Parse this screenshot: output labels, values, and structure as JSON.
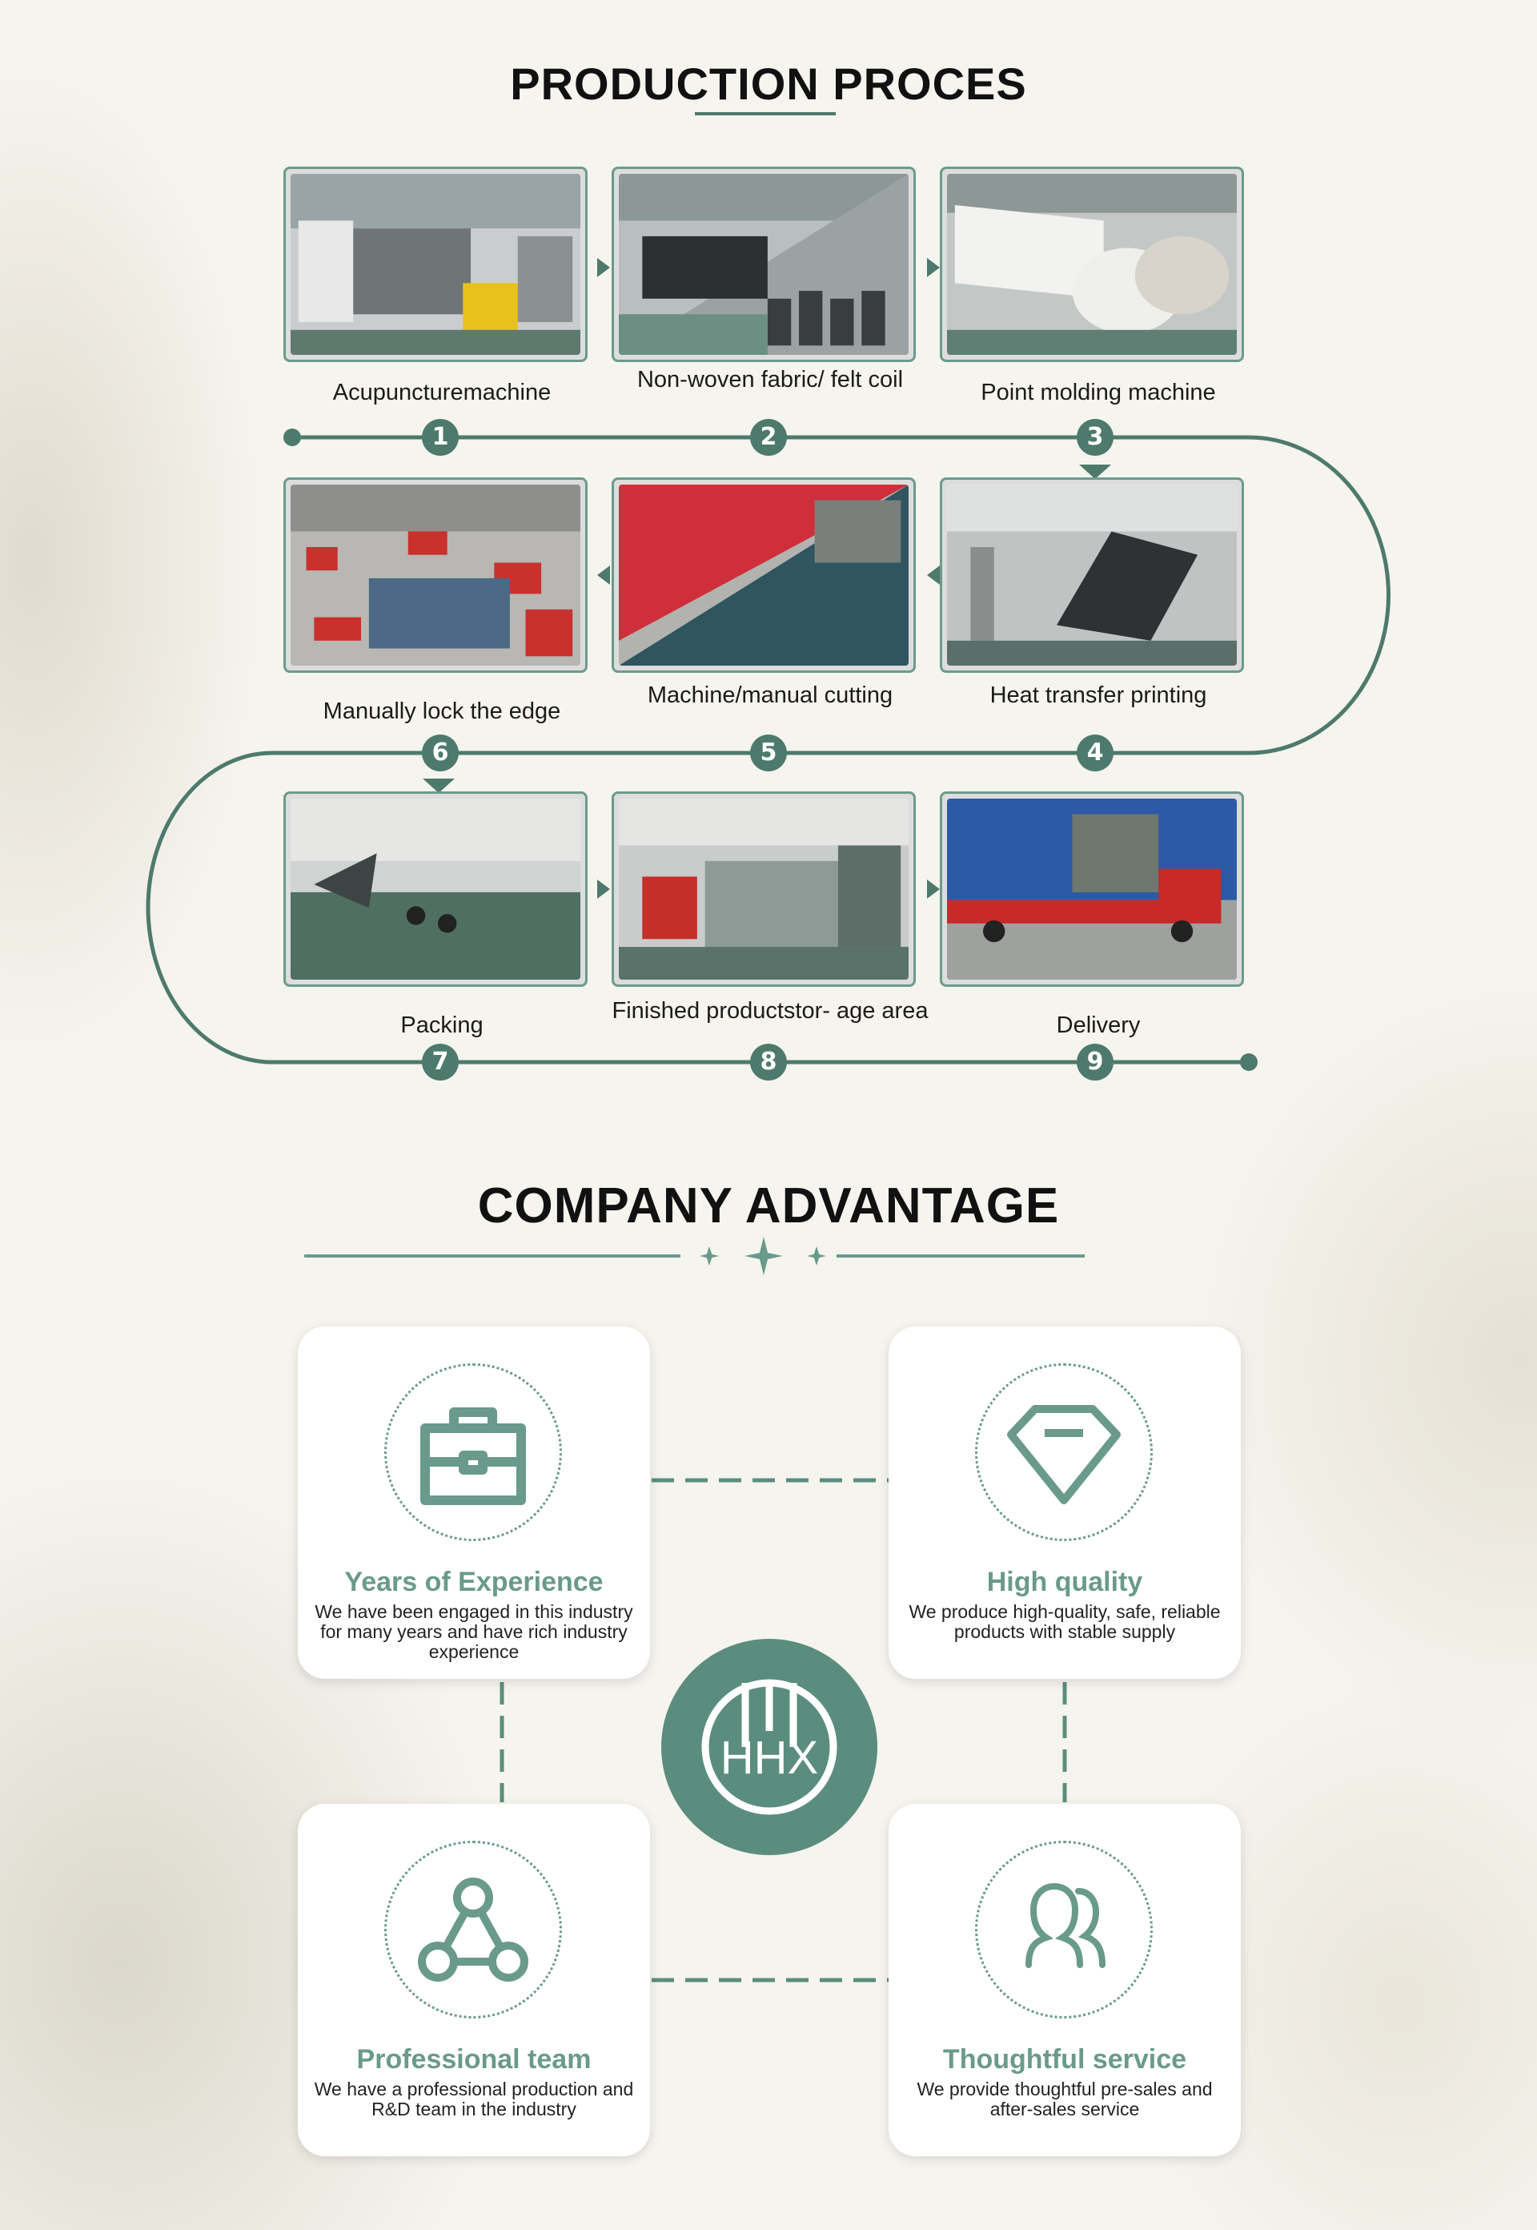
{
  "production": {
    "title": "PRODUCTION PROCES",
    "steps": [
      {
        "num": "1",
        "label": "Acupuncturemachine"
      },
      {
        "num": "2",
        "label": "Non-woven fabric/ felt coil"
      },
      {
        "num": "3",
        "label": "Point molding machine"
      },
      {
        "num": "4",
        "label": "Heat transfer printing"
      },
      {
        "num": "5",
        "label": "Machine/manual cutting"
      },
      {
        "num": "6",
        "label": "Manually lock the edge"
      },
      {
        "num": "7",
        "label": "Packing"
      },
      {
        "num": "8",
        "label": "Finished productstor- age area"
      },
      {
        "num": "9",
        "label": "Delivery"
      }
    ],
    "photos": [
      {
        "icon": "factory-machine-photo"
      },
      {
        "icon": "fabric-coil-photo"
      },
      {
        "icon": "molding-machine-photo"
      },
      {
        "icon": "printing-machine-photo"
      },
      {
        "icon": "cutting-table-photo"
      },
      {
        "icon": "workers-edge-photo"
      },
      {
        "icon": "packing-photo"
      },
      {
        "icon": "forklift-storage-photo"
      },
      {
        "icon": "delivery-truck-photo"
      }
    ]
  },
  "advantage": {
    "title": "COMPANY ADVANTAGE",
    "cards": [
      {
        "title": "Years of Experience",
        "desc": "We have been engaged in this industry for many years and have rich industry experience",
        "icon": "briefcase-icon"
      },
      {
        "title": "High quality",
        "desc": "We produce high-quality, safe, reliable products with stable supply",
        "icon": "diamond-icon"
      },
      {
        "title": "Professional team",
        "desc": "We have a professional production and R&D team in the industry",
        "icon": "team-icon"
      },
      {
        "title": "Thoughtful service",
        "desc": "We provide thoughtful pre-sales and after-sales service",
        "icon": "people-icon"
      }
    ],
    "logo_text": "HHX"
  },
  "colors": {
    "accent": "#4d7a6c",
    "card_title": "#6a9a8b",
    "logo_bg": "#5b8d7e"
  }
}
